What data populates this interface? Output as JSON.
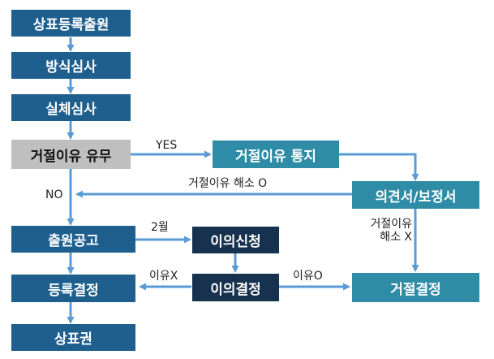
{
  "colors": {
    "main_flow": "#1f5f8e",
    "gray_box": "#bfbfbf",
    "teal_box": "#2f8ca6",
    "dark_box": "#17324e",
    "arrow": "#5b9bd5"
  },
  "nodes": {
    "application": "상표등록출원",
    "formality_exam": "방식심사",
    "substantive_exam": "실체심사",
    "rejection_check": "거절이유 유무",
    "rejection_notice": "거절이유 통지",
    "opinion_amendment": "의견서/보정서",
    "publication": "출원공고",
    "opposition_filing": "이의신청",
    "registration_decision": "등록결정",
    "opposition_decision": "이의결정",
    "rejection_decision": "거절결정",
    "trademark_right": "상표권"
  },
  "edge_labels": {
    "yes": "YES",
    "resolved": "거절이유 해소 O",
    "no": "NO",
    "not_resolved_line1": "거절이유",
    "not_resolved_line2": "해소 X",
    "two_months": "2월",
    "reason_x": "이유X",
    "reason_o": "이유O"
  }
}
